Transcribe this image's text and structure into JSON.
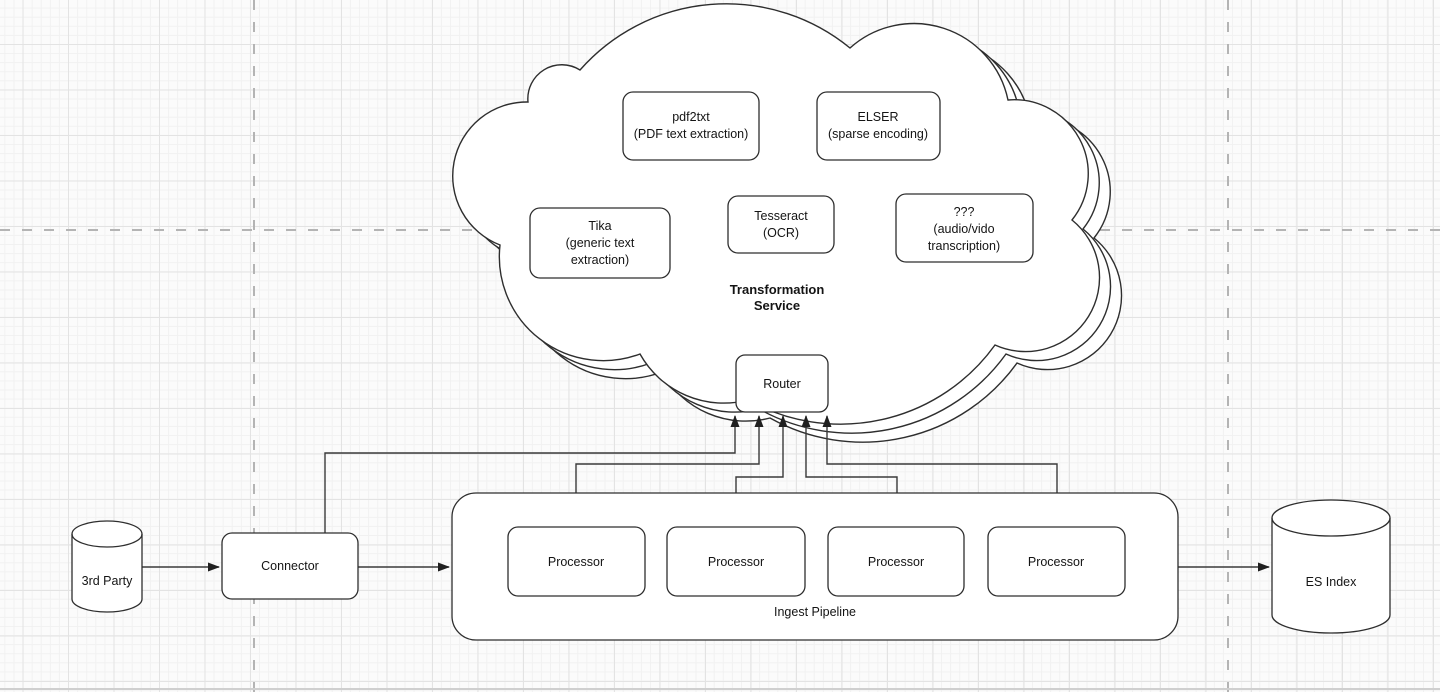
{
  "diagram": {
    "cloud": {
      "title": {
        "line1": "Transformation",
        "line2": "Service"
      },
      "services": {
        "pdf2txt": {
          "line1": "pdf2txt",
          "line2": "(PDF text extraction)"
        },
        "elser": {
          "line1": "ELSER",
          "line2": "(sparse encoding)"
        },
        "tika": {
          "line1": "Tika",
          "line2": "(generic text",
          "line3": "extraction)"
        },
        "tesseract": {
          "line1": "Tesseract",
          "line2": "(OCR)"
        },
        "unknown": {
          "line1": "???",
          "line2": "(audio/vido",
          "line3": "transcription)"
        }
      },
      "router": {
        "label": "Router"
      }
    },
    "flow": {
      "third_party": {
        "label": "3rd Party"
      },
      "connector": {
        "label": "Connector"
      },
      "pipeline": {
        "label": "Ingest Pipeline",
        "processors": [
          {
            "label": "Processor"
          },
          {
            "label": "Processor"
          },
          {
            "label": "Processor"
          },
          {
            "label": "Processor"
          }
        ]
      },
      "es_index": {
        "label": "ES Index"
      }
    },
    "colors": {
      "shape_stroke": "#2e2e2e",
      "shape_fill": "#ffffff",
      "edge_stroke": "#3a3a3a",
      "text": "#141414",
      "background": "#fbfbfb",
      "grid_minor": "#f1f1f1",
      "grid_major": "#e3e3e3",
      "page_break": "#b4b4b4"
    }
  }
}
